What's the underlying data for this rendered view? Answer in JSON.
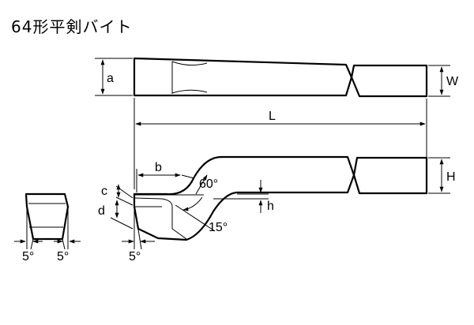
{
  "title": "64形平剣バイト",
  "dimensions": {
    "a": "a",
    "W": "W",
    "L": "L",
    "b": "b",
    "H": "H",
    "c": "c",
    "d": "d",
    "h": "h"
  },
  "angles": {
    "top_angle": "60°",
    "side_angle": "15°",
    "front_left": "5°",
    "front_right": "5°",
    "tip_clearance": "5°"
  }
}
